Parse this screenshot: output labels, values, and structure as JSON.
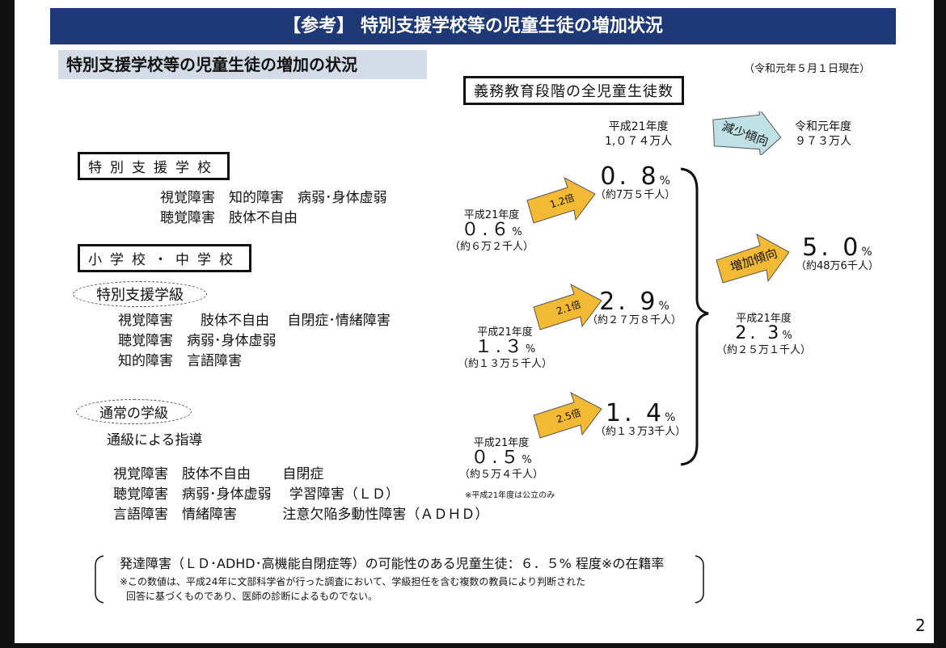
{
  "title": "【参考】 特別支援学校等の児童生徒の増加状況",
  "subtitle": "特別支援学校等の児童生徒の増加の状況",
  "as_of": "（令和元年５月１日現在）",
  "compulsory": {
    "label": "義務教育段階の全児童生徒数",
    "before_year": "平成21年度",
    "before_value": "1,０７４万人",
    "trend": "減少傾向",
    "after_year": "令和元年度",
    "after_value": "９７３万人"
  },
  "left": {
    "school_label": "特別支援学校",
    "school_lines": [
      "視覚障害　知的障害　病弱･身体虚弱",
      "聴覚障害　肢体不自由"
    ],
    "elem_label": "小学校・中学校",
    "class_label": "特別支援学級",
    "class_lines": [
      "視覚障害　　肢体不自由　 自閉症･情緒障害",
      "聴覚障害　病弱･身体虚弱",
      "知的障害　言語障害"
    ],
    "regular_label": "通常の学級",
    "regular_sub": "通級による指導",
    "regular_lines": [
      "視覚障害　肢体不自由　　 自閉症",
      "聴覚障害　病弱･身体虚弱　 学習障害（ＬＤ）",
      "言語障害　情緒障害　　　 注意欠陥多動性障害（ＡＤＨＤ）"
    ]
  },
  "rows": [
    {
      "year": "平成21年度",
      "before": "０.６",
      "before_count": "（約６万２千人）",
      "ratio": "1.2倍",
      "after": "0. 8",
      "after_count": "（約7万５千人）"
    },
    {
      "year": "平成21年度",
      "before": "１.３",
      "before_count": "（約１３万５千人）",
      "ratio": "2.1倍",
      "after": "2. 9",
      "after_count": "（約２７万８千人）"
    },
    {
      "year": "平成21年度",
      "before": "０.５",
      "before_count": "（約５万４千人）",
      "ratio": "2.5倍",
      "after": "1. 4",
      "after_count": "（約１３万3千人）"
    }
  ],
  "public_note": "※平成21年度は公立のみ",
  "total": {
    "year": "平成21年度",
    "before": "2. 3",
    "before_count": "（約２５万１千人）",
    "trend": "増加傾向",
    "after": "5. 0",
    "after_count": "（約48万6千人）"
  },
  "pct": "%",
  "footer": {
    "main": "発達障害（ＬＤ･ADHD･高機能自閉症等）の可能性のある児童生徒：６．５% 程度※の在籍率",
    "note1": "※この数値は、平成24年に文部科学省が行った調査において、学級担任を含む複数の教員により判断された",
    "note2": "回答に基づくものであり、医師の診断によるものでない。"
  },
  "page_number": "2",
  "colors": {
    "title_bg": "#1f3876",
    "arrow_up": "#f2b935",
    "arrow_down": "#bfe0e4"
  }
}
